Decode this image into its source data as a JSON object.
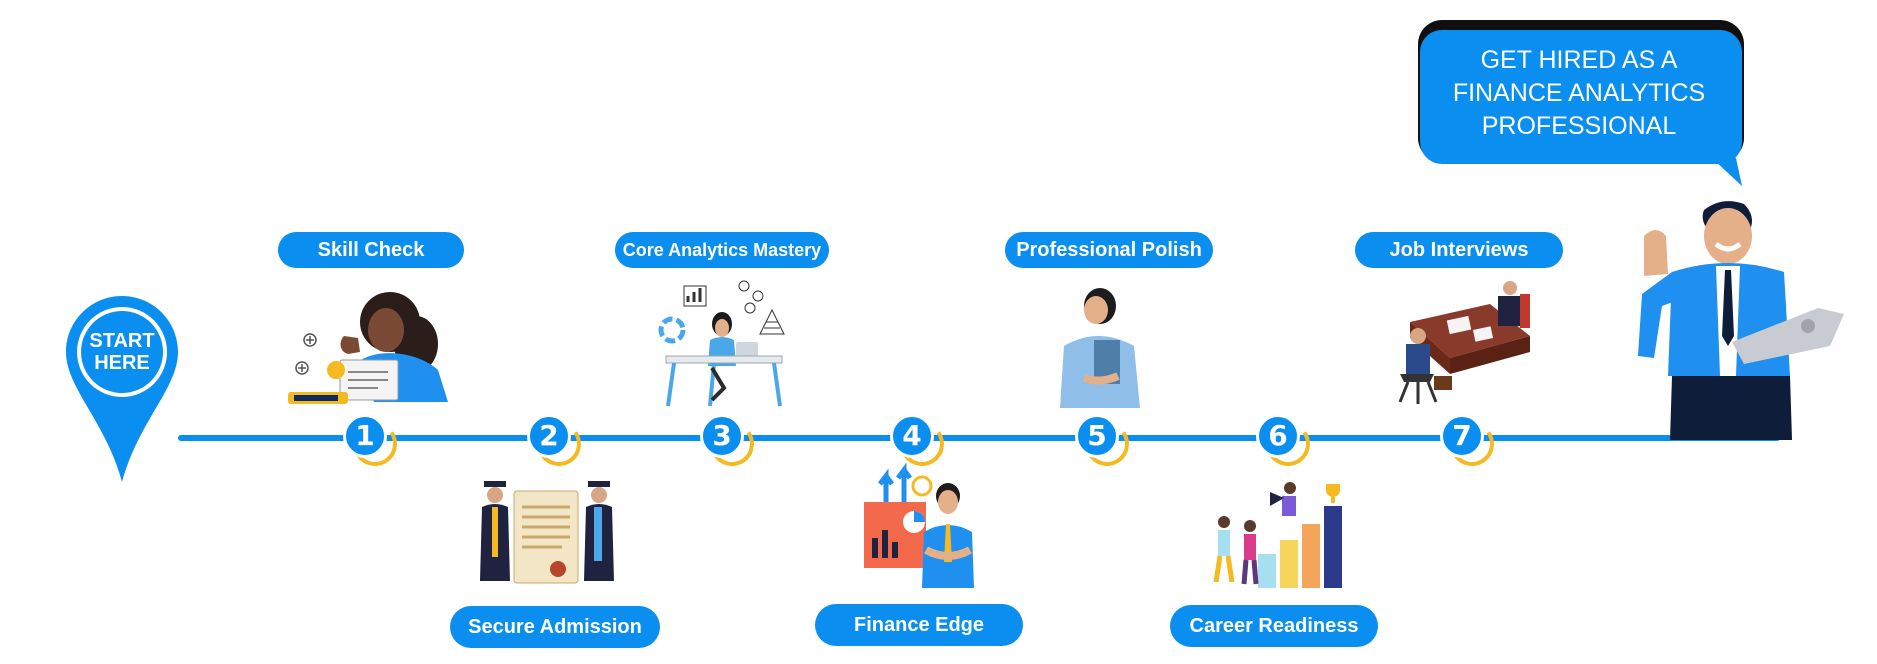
{
  "start_label_line1": "START",
  "start_label_line2": "HERE",
  "goal_line1": "GET HIRED AS A",
  "goal_line2": "FINANCE ANALYTICS",
  "goal_line3": "PROFESSIONAL",
  "steps": [
    {
      "number": "1",
      "label": "Skill Check"
    },
    {
      "number": "2",
      "label": "Secure Admission"
    },
    {
      "number": "3",
      "label": "Core Analytics Mastery"
    },
    {
      "number": "4",
      "label": "Finance Edge"
    },
    {
      "number": "5",
      "label": "Professional Polish"
    },
    {
      "number": "6",
      "label": "Career Readiness"
    },
    {
      "number": "7",
      "label": "Job Interviews"
    }
  ],
  "colors": {
    "primary": "#0a8ef0",
    "accent": "#f5b921",
    "navy": "#0e2a5e"
  }
}
